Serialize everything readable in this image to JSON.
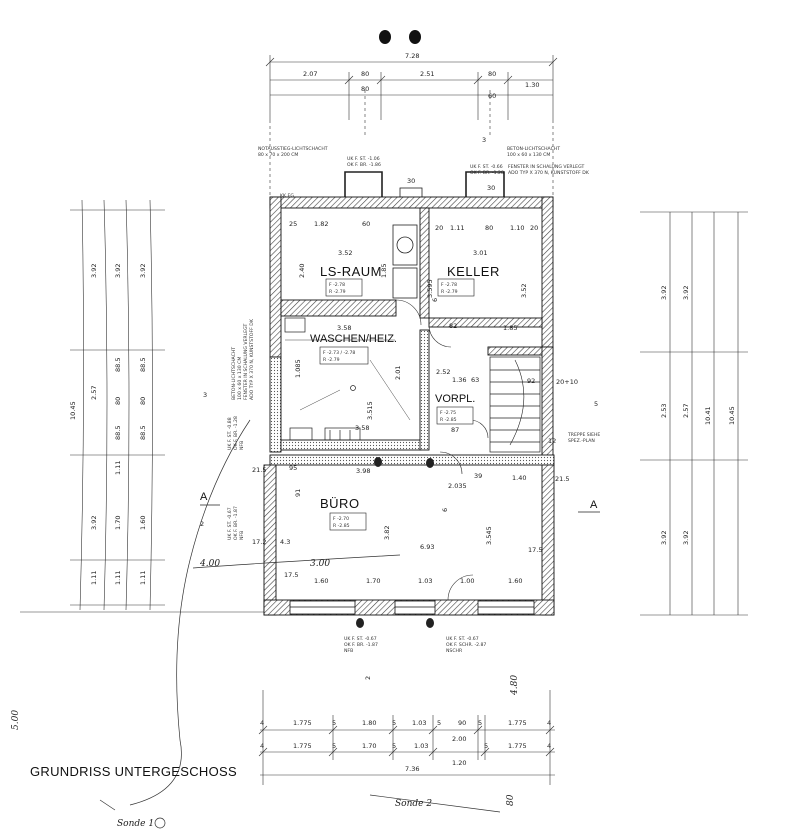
{
  "title": "GRUNDRISS UNTERGESCHOSS",
  "handwritten": {
    "sonde1": "Sonde 1",
    "sonde2": "Sonde 2",
    "level_left": "4.00",
    "level_mid": "3.00",
    "level_left_edge": "5.00",
    "level_right": "4.80",
    "level_bottom": "80"
  },
  "rooms": {
    "ls_raum": "LS-RAUM",
    "keller": "KELLER",
    "waschen": "WASCHEN/HEIZ.",
    "vorpl": "VORPL.",
    "buero": "BÜRO"
  },
  "room_tags": {
    "ls_raum": [
      "F -2.78",
      "R -2.79"
    ],
    "keller": [
      "F -2.78",
      "R -2.79"
    ],
    "waschen": [
      "F -2.73 / -2.78",
      "R -2.79"
    ],
    "vorpl": [
      "F -2.75",
      "R -2.85"
    ],
    "buero": [
      "F -2.70",
      "R -2.85"
    ]
  },
  "notes": {
    "notausstieg": [
      "NOTAUSSTIEG-LICHTSCHACHT",
      "80 x 70 x 200 CM"
    ],
    "uk_top_left": [
      "UK F. ST. -1.06",
      "OK F. BR. -1.86"
    ],
    "beton_top_right": [
      "BETON-LICHTSCHACHT",
      "100 x 60 x 130 CM"
    ],
    "fenster_top_right": [
      "UK F. ST. -0.66",
      "FENSTER IN SCHALUNG VERLEGT",
      "OK F. BR. -1.28",
      "ADO TYP X 370 N, KUNSTSTOFF DK"
    ],
    "beton_left": [
      "BETON-LICHTSCHACHT",
      "100 x 60 x 130 CM",
      "FENSTER IN SCHALUNG VERLEGT",
      "ADO TYP X 370 N, KUNSTSTOFF DK"
    ],
    "uk_left": [
      "UK F. ST. -0.88",
      "OK F. BR. -1.28",
      "NFB"
    ],
    "uk_left2": [
      "UK F. ST. -0.67",
      "OK F. BR. -1.87",
      "NFB"
    ],
    "uk_bottom_mid": [
      "UK F. ST. -0.67",
      "OK F. BR. -1.87",
      "NFB"
    ],
    "uk_bottom_right": [
      "UK F. ST. -0.67",
      "OK F. SCHR. -2.87",
      "NSCHR"
    ],
    "treppe": [
      "TREPPE SIEHE",
      "SPEZ.-PLAN"
    ]
  },
  "section_marks": {
    "A": "A",
    "n2": "2",
    "n3": "3",
    "n5": "5",
    "n6": "6"
  },
  "dims_top": {
    "overall": "7.28",
    "row1": [
      "2.07",
      "80",
      "2.51",
      "80",
      "1.30"
    ],
    "row2": [
      "80",
      "60"
    ]
  },
  "dims_bottom": {
    "overall": "7.36",
    "row1": [
      "4",
      "1.775",
      "5",
      "1.80",
      "5",
      "1.03",
      "5",
      "90",
      "5",
      "1.775",
      "4"
    ],
    "row2": [
      "4",
      "1.775",
      "5",
      "1.70",
      "5",
      "1.03",
      "2.00",
      "5",
      "1.775",
      "4"
    ],
    "row3": [
      "1.20"
    ]
  },
  "dims_left": [
    "3.92",
    "3.92",
    "3.92",
    "2.57",
    "88.5",
    "80",
    "88.5",
    "1.11",
    "1.70",
    "1.60",
    "1.11",
    "10.45"
  ],
  "dims_right": [
    "3.92",
    "3.92",
    "2.53",
    "2.57",
    "10.41",
    "10.45",
    "3.92",
    "3.92"
  ],
  "dims_inner": {
    "ls_width": "3.52",
    "keller_width": "3.01",
    "top_left": "1.82",
    "top_60a": "60",
    "top_111": "1.11",
    "top_80": "80",
    "top_110": "1.10",
    "h_240": "2.40",
    "h_3595": "3.595",
    "h_352": "3.52",
    "h_185": "1.85",
    "wasch_358a": "3.58",
    "wasch_358b": "3.58",
    "wasch_1085": "1.085",
    "wasch_3515": "3.515",
    "wasch_201": "2.01",
    "vorpl_136": "1.36",
    "vorpl_252": "2.52",
    "vorpl_87": "87",
    "vorpl_92": "92",
    "vorpl_185": "1.85",
    "buero_398": "3.98",
    "buero_693": "6.93",
    "buero_382": "3.82",
    "buero_3545": "3.545",
    "buero_2035": "2.035",
    "buero_140": "1.40",
    "buero_175a": "17.5",
    "buero_175b": "17.5",
    "buero_215a": "21.5",
    "buero_215b": "21.5",
    "buero_172": "17.2",
    "buero_43": "4.3",
    "bot_160": "1.60",
    "bot_170": "1.70",
    "bot_103": "1.03",
    "bot_160b": "1.60",
    "bot_100": "1.00",
    "stair_2010": "20+10",
    "w30": "30",
    "w25": "25",
    "w20": "20",
    "w12": "12",
    "w82": "82",
    "w63": "63",
    "w39": "39",
    "w91": "91",
    "w95": "95"
  }
}
